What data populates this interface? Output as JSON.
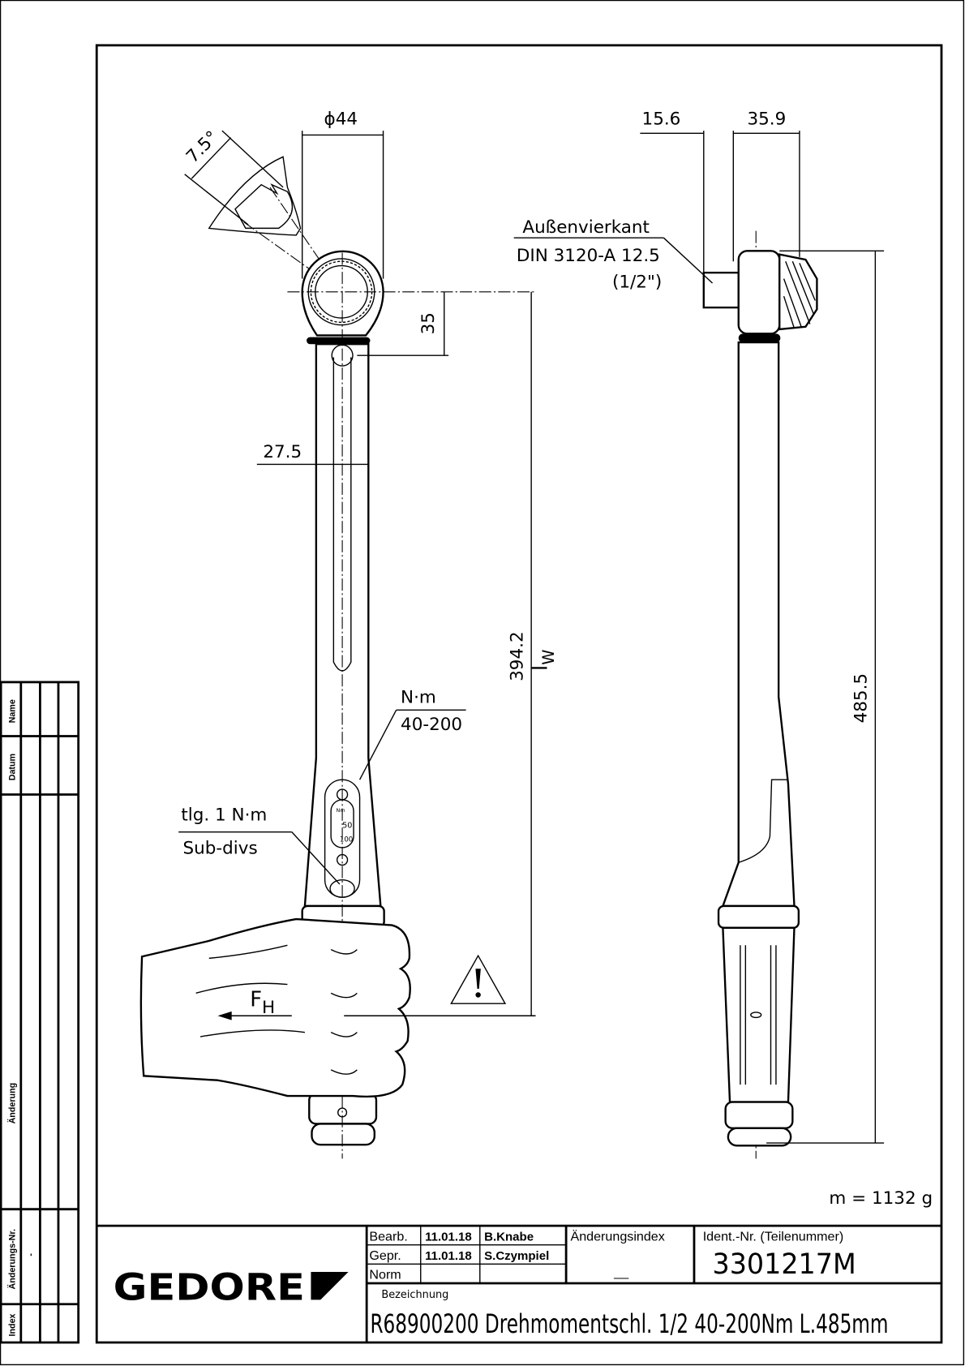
{
  "drawing": {
    "left_view": {
      "dim_diameter": "ϕ44",
      "dim_angle": "7.5°",
      "dim_head_offset": "35",
      "dim_shaft_width": "27.5",
      "dim_effective_length": "394.2",
      "label_lw": "l",
      "label_lw_sub": "W",
      "scale_unit": "N·m",
      "scale_range": "40-200",
      "subdiv_label": "tlg. 1  N·m",
      "subdiv_label_en": "Sub-divs",
      "force_label": "F",
      "force_label_sub": "H",
      "window_unit": "Nm",
      "window_50": "50",
      "window_100": "100"
    },
    "right_view": {
      "dim_drive_offset": "15.6",
      "dim_head_depth": "35.9",
      "dim_total_length": "485.5",
      "drive_label_1": "Außenvierkant",
      "drive_label_2": "DIN 3120-A 12.5",
      "drive_label_3": "(1/2\")"
    },
    "mass": "m = 1132 g"
  },
  "title_block": {
    "logo": "GEDORE",
    "rows": [
      {
        "label": "Bearb.",
        "date": "11.01.18",
        "name": "B.Knabe"
      },
      {
        "label": "Gepr.",
        "date": "11.01.18",
        "name": "S.Czympiel"
      },
      {
        "label": "Norm",
        "date": "",
        "name": ""
      }
    ],
    "change_index_label": "Änderungsindex",
    "change_index_value": "__",
    "ident_label": "Ident.-Nr.  (Teilenummer)",
    "ident_number": "3301217M",
    "designation_label": "Bezeichnung",
    "designation": "R68900200 Drehmomentschl. 1/2 40-200Nm L.485mm"
  },
  "revision_strip": {
    "headers": [
      "Name",
      "Datum",
      "Änderung",
      "Änderungs-Nr.",
      "Index"
    ],
    "change_no_value": "-"
  }
}
